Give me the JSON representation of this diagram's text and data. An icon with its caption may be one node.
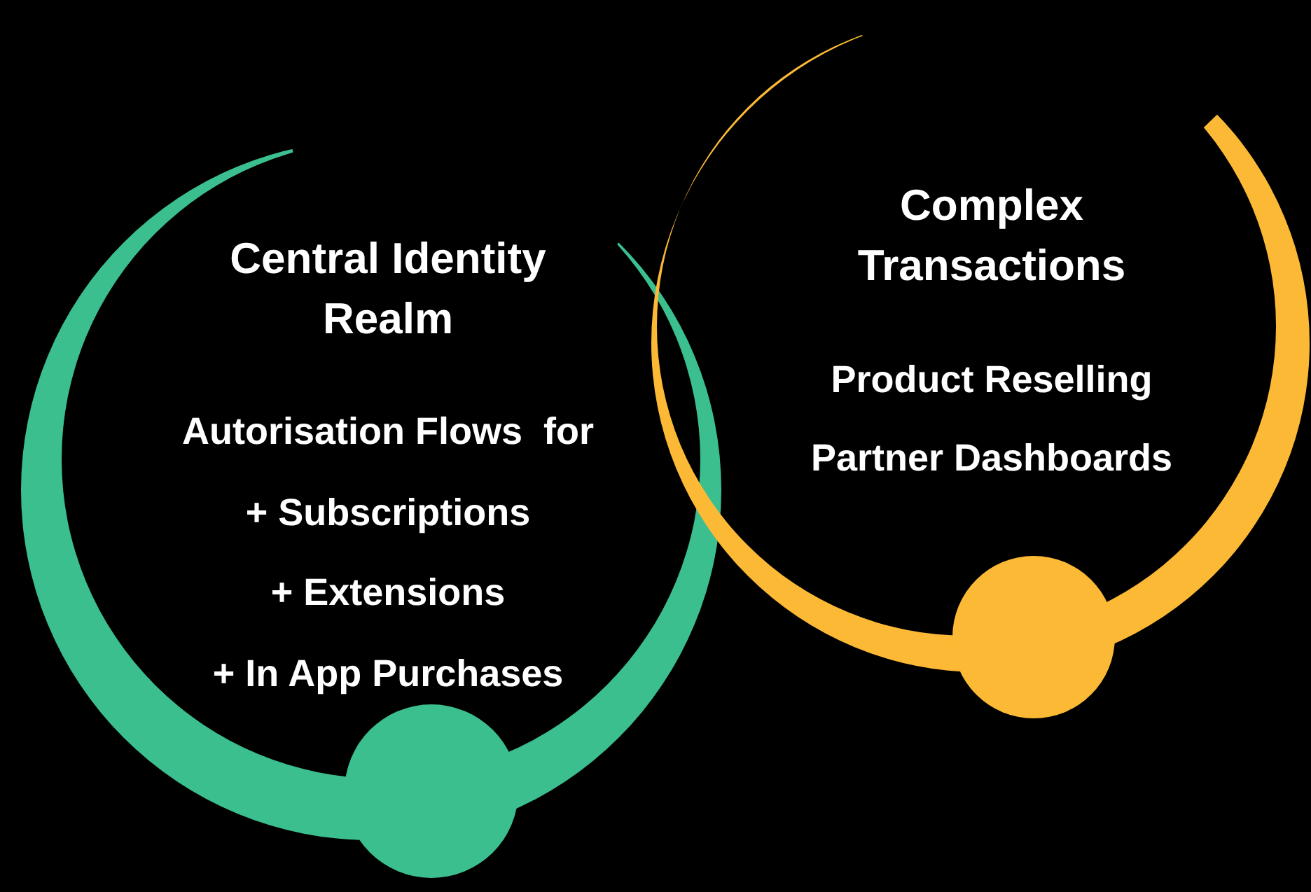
{
  "diagram": {
    "nodes": [
      {
        "text": [
          "Central Identity Realm",
          "Autorisation Flows  for",
          "+ Subscriptions",
          "+ Extensions",
          "+ In App Purchases"
        ]
      },
      {
        "text": [
          "Complex Transactions",
          "Product Reselling",
          "Partner Dashboards"
        ]
      }
    ]
  }
}
